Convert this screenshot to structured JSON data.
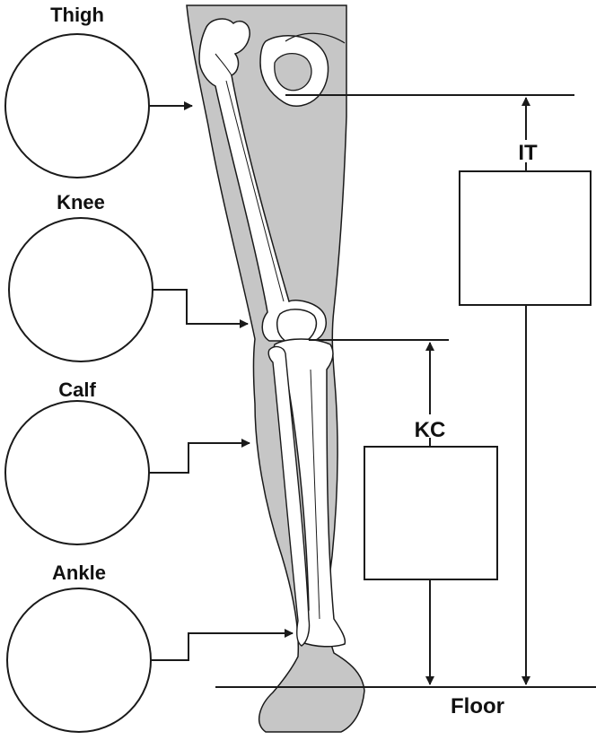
{
  "labels": {
    "thigh": "Thigh",
    "knee": "Knee",
    "calf": "Calf",
    "ankle": "Ankle",
    "it": "IT",
    "kc": "KC",
    "floor": "Floor"
  },
  "colors": {
    "leg_fill": "#c6c6c6",
    "bone_fill": "#ffffff",
    "stroke": "#1a1a1a"
  }
}
